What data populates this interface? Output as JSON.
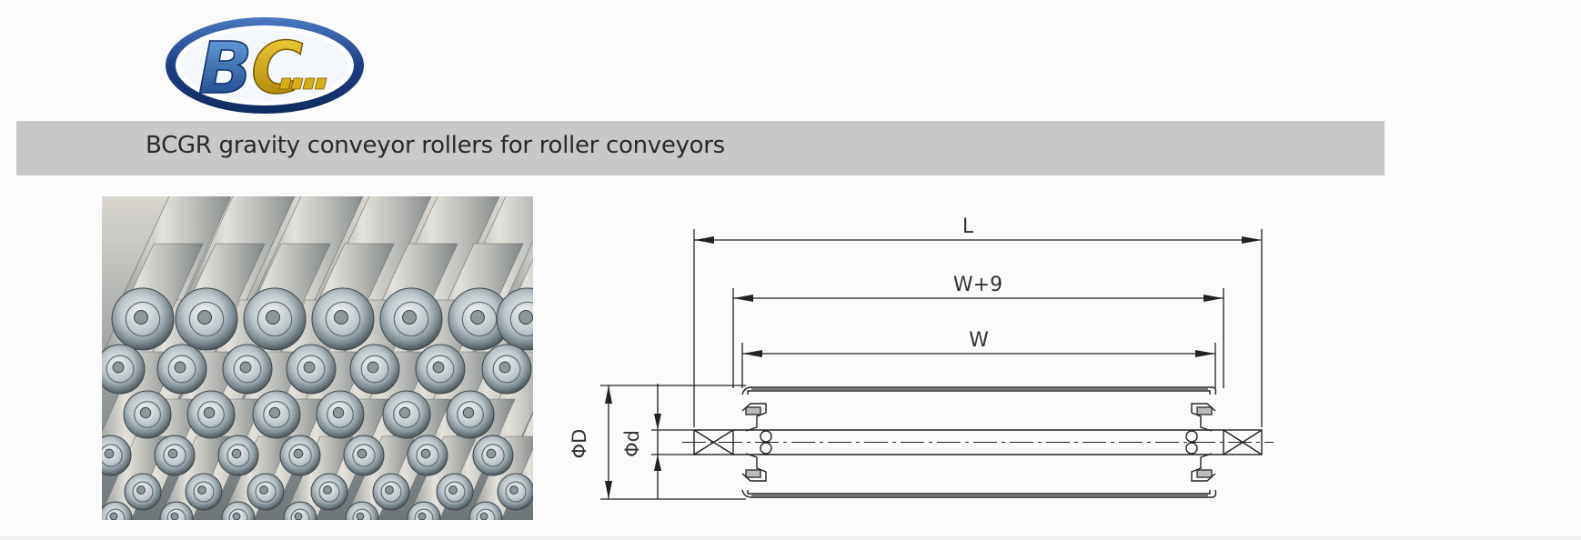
{
  "logo": {
    "text": "BC",
    "colors": {
      "ring": "#1f4f98",
      "letters": "#c8a100"
    }
  },
  "banner": {
    "title": "BCGR gravity conveyor rollers for roller conveyors",
    "background": "#c9c7c8"
  },
  "photo": {
    "subject": "stacked galvanized steel conveyor rollers"
  },
  "drawing": {
    "labels": {
      "length": "L",
      "inner_width_plus": "W+9",
      "inner_width": "W",
      "tube_diameter": "ΦD",
      "shaft_diameter": "Φd"
    }
  }
}
